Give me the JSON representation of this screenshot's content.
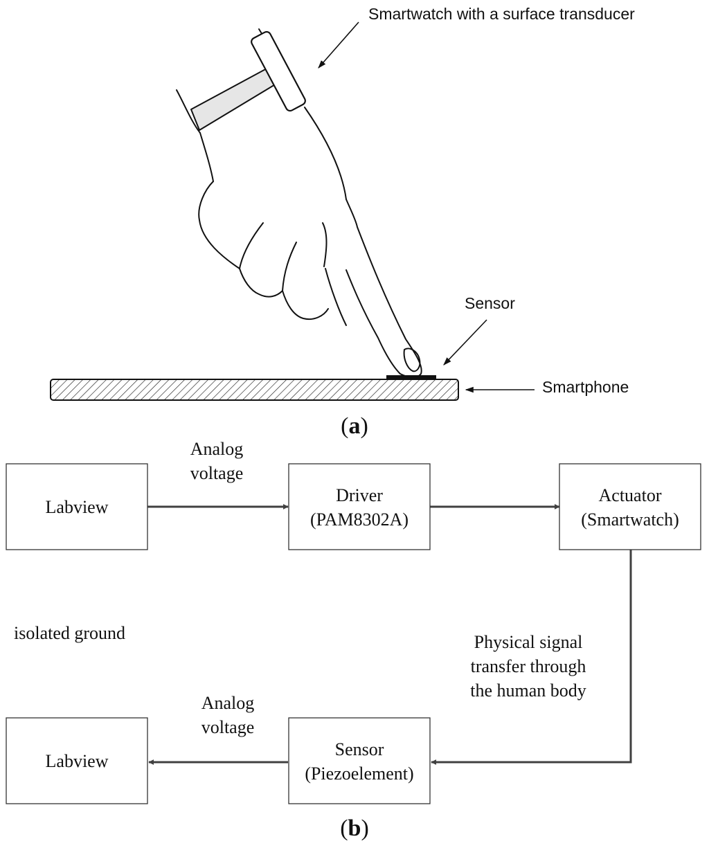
{
  "panel_a": {
    "caption": {
      "open": "(",
      "letter": "a",
      "close": ")"
    },
    "labels": {
      "smartwatch": "Smartwatch with a surface transducer",
      "sensor": "Sensor",
      "smartphone": "Smartphone"
    }
  },
  "panel_b": {
    "caption": {
      "open": "(",
      "letter": "b",
      "close": ")"
    },
    "boxes": {
      "labview_top": [
        "Labview"
      ],
      "driver": [
        "Driver",
        "(PAM8302A)"
      ],
      "actuator": [
        "Actuator",
        "(Smartwatch)"
      ],
      "labview_bottom": [
        "Labview"
      ],
      "sensor": [
        "Sensor",
        "(Piezoelement)"
      ]
    },
    "edge_labels": {
      "analog_top": [
        "Analog",
        "voltage"
      ],
      "analog_bottom": [
        "Analog",
        "voltage"
      ],
      "physical": [
        "Physical signal",
        "transfer through",
        "the human body"
      ]
    },
    "isolated_ground": "isolated ground"
  },
  "colors": {
    "line": "#404040",
    "box_border": "#333333",
    "band": "#e6e6e6",
    "text": "#111111"
  }
}
